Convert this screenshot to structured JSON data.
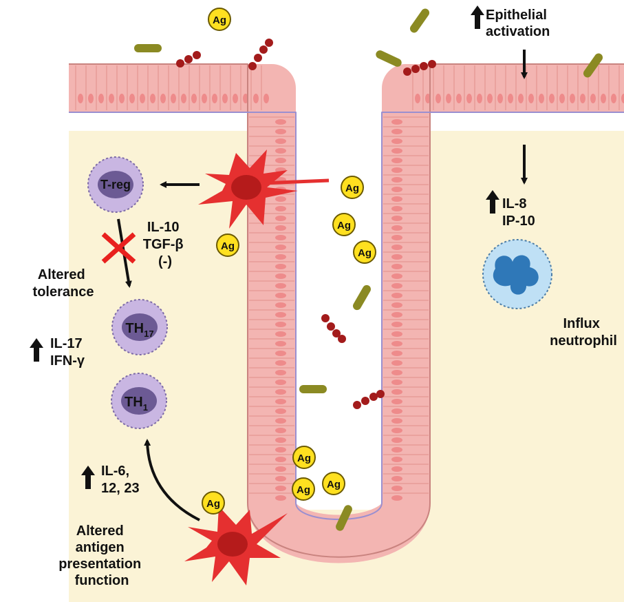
{
  "colors": {
    "background": "#ffffff",
    "lamina": "#fbf3d6",
    "epithelium": "#f3b5b2",
    "nucleus": "#ee8b8b",
    "basement": "#9a8fd0",
    "dendritic_cell": "#e53030",
    "tcell": "#c9b6e2",
    "neutrophil": "#bfe0f5",
    "neutrophil_nucleus": "#2f78b8",
    "antigen": "#ffe020",
    "rod_bacteria": "#8b8a23",
    "cocci": "#a31b1b",
    "inhibit_cross": "#e8211e"
  },
  "icons": {
    "upregulated": "up-arrow-icon",
    "blocked": "red-x-icon"
  },
  "antigen_label": "Ag",
  "cells": {
    "treg": "T-reg",
    "th17": {
      "base": "TH",
      "sub": "17"
    },
    "th1": {
      "base": "TH",
      "sub": "1"
    }
  },
  "labels": {
    "epithelial": [
      "Epithelial",
      "activation"
    ],
    "il8": [
      "IL-8",
      "IP-10"
    ],
    "neutrophil": [
      "Influx",
      "neutrophil"
    ],
    "il10": [
      "IL-10",
      "TGF-β",
      "(-)"
    ],
    "tolerance": [
      "Altered",
      "tolerance"
    ],
    "il17": [
      "IL-17",
      "IFN-γ"
    ],
    "il6": [
      "IL-6,",
      "12, 23"
    ],
    "apc": [
      "Altered",
      "antigen",
      "presentation",
      "function"
    ]
  }
}
